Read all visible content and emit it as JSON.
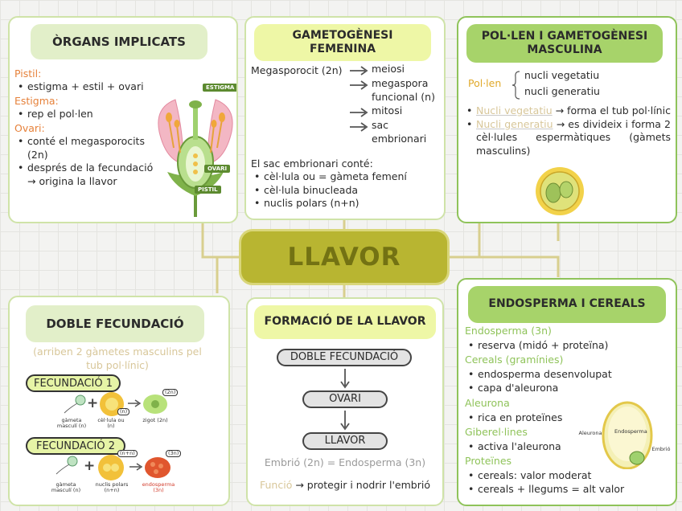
{
  "center_title": "LLAVOR",
  "organs": {
    "title": "ÒRGANS IMPLICATS",
    "pistil_label": "Pistil:",
    "pistil_item": "estigma + estil + ovari",
    "estigma_label": "Estigma:",
    "estigma_item": "rep el pol·len",
    "ovari_label": "Ovari:",
    "ovari_item1": "conté el megasporocits (2n)",
    "ovari_item2": "després de la fecundació → origina la llavor",
    "tag_estigma": "ESTIGMA",
    "tag_ovari": "OVARI",
    "tag_pistil": "PISTIL"
  },
  "gametogenesi_fem": {
    "title": "GAMETOGÈNESI FEMENINA",
    "megasporocit": "Megasporocit (2n)",
    "step1": "meiosi",
    "step2": "megaspora funcional (n)",
    "step3": "mitosi",
    "step4": "sac embrionari",
    "sac_intro": "El sac embrionari conté:",
    "sac_item1": "cèl·lula ou = gàmeta femení",
    "sac_item2": "cèl·lula binucleada",
    "sac_item3": "nuclis polars (n+n)"
  },
  "pollen": {
    "title": "POL·LEN I GAMETOGÈNESI MASCULINA",
    "label": "Pol·len",
    "nucli1": "nucli vegetatiu",
    "nucli2": "nucli generatiu",
    "b1_link": "Nucli vegetatiu",
    "b1_text": " → forma el tub pol·línic",
    "b2_link": "Nucli generatiu",
    "b2_text": " → es divideix i forma 2 cèl·lules espermàtiques (gàmets masculins)"
  },
  "doble": {
    "title": "DOBLE FECUNDACIÓ",
    "subtitle": "(arriben 2 gàmetes masculins pel tub pol·línic)",
    "fec1": "FECUNDACIÓ 1",
    "fec2": "FECUNDACIÓ 2",
    "f1_lbl1": "gàmeta masculí (n)",
    "f1_lbl2": "cèl·lula ou (n)",
    "f1_lbl3": "zigot (2n)",
    "f1_badge_n": "(n)",
    "f1_badge_2n": "(2n)",
    "f2_lbl1": "gàmeta masculí (n)",
    "f2_lbl2": "nuclis polars (n+n)",
    "f2_lbl3": "endosperma (3n)",
    "f2_badge_nn": "(n+n)",
    "f2_badge_3n": "(3n)"
  },
  "formacio": {
    "title": "FORMACIÓ DE LA LLAVOR",
    "step1": "DOBLE FECUNDACIÓ",
    "step2": "OVARI",
    "step3": "LLAVOR",
    "embrio": "Embrió (2n) = Endosperma (3n)",
    "funcio_label": "Funció",
    "funcio_text": " → protegir i nodrir l'embrió"
  },
  "endosperma": {
    "title": "ENDOSPERMA I CEREALS",
    "h1": "Endosperma (3n)",
    "h1_item": "reserva (midó + proteïna)",
    "h2": "Cereals (gramínies)",
    "h2_item1": "endosperma desenvolupat",
    "h2_item2": "capa d'aleurona",
    "h3": "Aleurona",
    "h3_item": "rica en proteïnes",
    "h4": "Giberel·lines",
    "h4_item": "activa l'aleurona",
    "h5": "Proteïnes",
    "h5_item1": "cereals: valor moderat",
    "h5_item2": "cereals + llegums = alt valor",
    "grain_lbl1": "Aleurona",
    "grain_lbl2": "Endosperma",
    "grain_lbl3": "Embrió"
  }
}
